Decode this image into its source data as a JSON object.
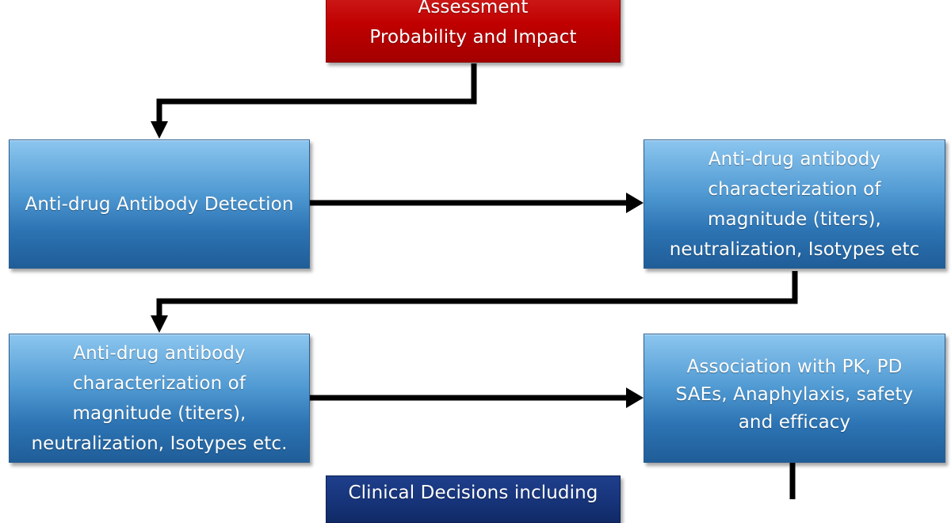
{
  "diagram": {
    "nodes": {
      "risk_assessment": {
        "lines": [
          "Assessment",
          "Probability and Impact"
        ],
        "color": "#C00000"
      },
      "ada_detection": {
        "lines": [
          "Anti-drug Antibody Detection"
        ],
        "color": "#2E75B6"
      },
      "ada_characterization_1": {
        "lines": [
          "Anti-drug antibody",
          "characterization of",
          "magnitude (titers),",
          "neutralization, Isotypes etc"
        ],
        "color": "#2E75B6"
      },
      "ada_characterization_2": {
        "lines": [
          "Anti-drug antibody",
          "characterization of",
          "magnitude (titers),",
          "neutralization, Isotypes etc."
        ],
        "color": "#2E75B6"
      },
      "association": {
        "lines": [
          "Association with PK, PD",
          "SAEs,  Anaphylaxis, safety",
          "and efficacy"
        ],
        "color": "#2E75B6"
      },
      "clinical_decisions": {
        "lines": [
          "Clinical Decisions including"
        ],
        "color": "#17367D"
      }
    },
    "connector_color": "#000000"
  }
}
